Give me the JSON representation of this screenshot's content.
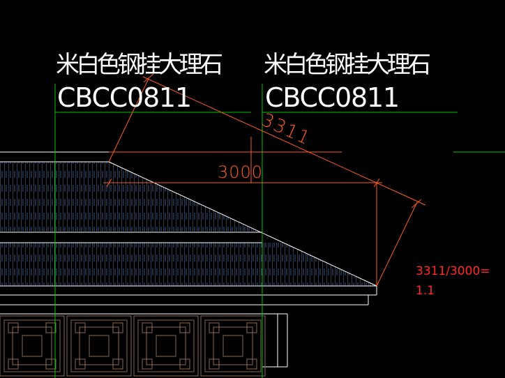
{
  "drawing": {
    "labels": [
      {
        "material": "米白色钢挂大理石",
        "code": "CBCC0811"
      },
      {
        "material": "米白色钢挂大理石",
        "code": "CBCC0811"
      }
    ],
    "dimensions": {
      "slope_length": "3311",
      "horizontal_length": "3000"
    },
    "note": {
      "line1": "3311/3000=",
      "line2": "1.1"
    },
    "colors": {
      "background": "#000000",
      "green_lines": "#00c800",
      "dimension_orange": "#ff5a1e",
      "white_lines": "#ffffff",
      "hatch_blue": "#5a7aa0",
      "note_red": "#ff2a2a",
      "lattice_tan": "#8a6a50"
    }
  }
}
